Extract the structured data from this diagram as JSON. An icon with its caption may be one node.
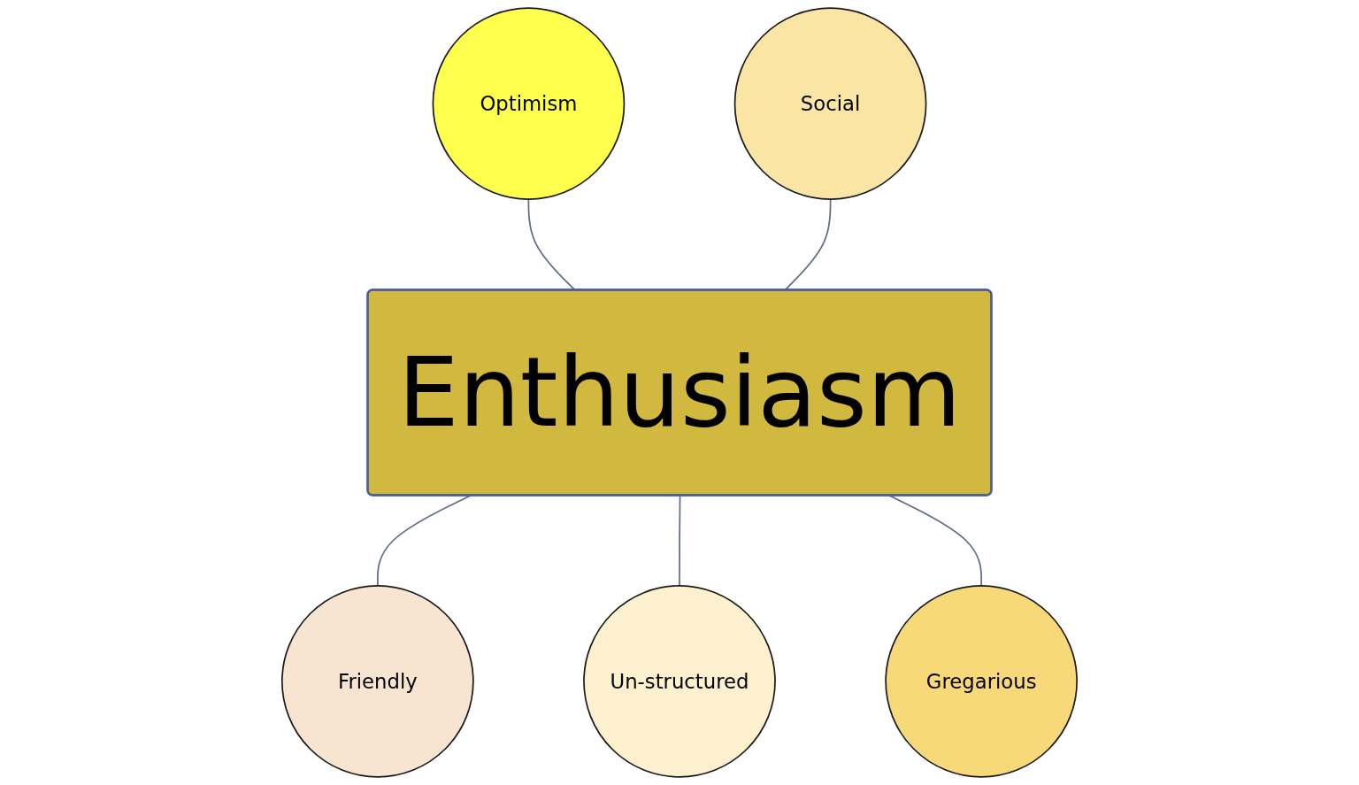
{
  "diagram": {
    "nodes": [
      {
        "text": [
          "Optimism"
        ]
      },
      {
        "text": [
          "Social"
        ]
      },
      {
        "text": [
          "Enthusiasm"
        ]
      },
      {
        "text": [
          "Gregarious"
        ]
      },
      {
        "text": [
          "Friendly"
        ]
      },
      {
        "text": [
          "Un-structured"
        ]
      }
    ],
    "edges": [
      {
        "from": 0,
        "to": 2,
        "arrow": "none"
      },
      {
        "from": 1,
        "to": 2,
        "arrow": "none"
      },
      {
        "from": 2,
        "to": 4,
        "arrow": "none"
      },
      {
        "from": 2,
        "to": 5,
        "arrow": "none"
      },
      {
        "from": 2,
        "to": 3,
        "arrow": "none"
      }
    ]
  }
}
